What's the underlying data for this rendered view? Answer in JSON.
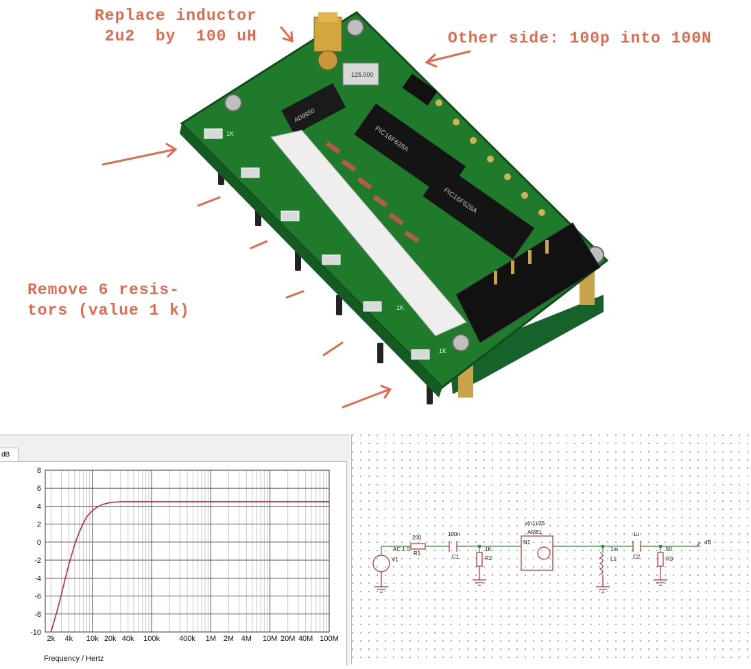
{
  "annotations": {
    "inductor": "Replace inductor\n 2u2  by  100 uH",
    "other_side": "Other side: 100p into 100N",
    "resistors": "Remove 6 resis-\ntors (value 1 k)"
  },
  "board_labels": {
    "chip1": "AD9850",
    "chip2": "PIC16F628A",
    "chip3": "PIC16F628A",
    "crystal": "125.000",
    "resistor_mark": "1K"
  },
  "plot": {
    "tab": "dB",
    "xlabel": "Frequency / Hertz"
  },
  "chart_data": {
    "type": "line",
    "title": "",
    "xlabel": "Frequency / Hertz",
    "ylabel": "",
    "x_scale": "log",
    "xlim": [
      1600,
      100000000
    ],
    "ylim": [
      -10,
      8
    ],
    "yticks": [
      8,
      6,
      4,
      2,
      0,
      -2,
      -4,
      -6,
      -8,
      -10
    ],
    "xtick_labels": [
      "2k",
      "4k",
      "10k",
      "20k",
      "40k",
      "100k",
      "400k",
      "1M",
      "2M",
      "4M",
      "10M",
      "20M",
      "40M",
      "100M"
    ],
    "xtick_values": [
      2000,
      4000,
      10000,
      20000,
      40000,
      100000,
      400000,
      1000000,
      2000000,
      4000000,
      10000000,
      20000000,
      40000000,
      100000000
    ],
    "grid": true,
    "series": [
      {
        "color": "#c0272d",
        "x": [
          2000,
          2500,
          3000,
          3500,
          4000,
          5000,
          6000,
          7000,
          8000,
          10000,
          12000,
          15000,
          20000,
          30000,
          40000,
          100000,
          1000000,
          10000000,
          100000000
        ],
        "y": [
          -10,
          -7.8,
          -5.8,
          -4.0,
          -2.5,
          -0.3,
          1.1,
          2.1,
          2.8,
          3.5,
          3.9,
          4.2,
          4.4,
          4.5,
          4.5,
          4.5,
          4.5,
          4.5,
          4.5
        ]
      }
    ]
  },
  "schematic": {
    "r1_value": "200",
    "r1_name": "R1",
    "c1_value": "100n",
    "c1_name": "C1",
    "r2_value": "1K",
    "r2_name": "R2",
    "source_value": "AC 1 0",
    "source_name": "V1",
    "arb_expr": "v(n1)/25",
    "arb_name": "ARB1",
    "arb_node": "N1",
    "l1_value": "1m",
    "l1_name": "L1",
    "c2_value": "1u",
    "c2_name": "C2",
    "r3_value": "50",
    "r3_name": "R3",
    "probe": "dB"
  },
  "colors": {
    "annotation": "#de6b4e",
    "pcb": "#1f7a2c",
    "trace": "#c0272d",
    "wire": "#2e8b2e"
  }
}
